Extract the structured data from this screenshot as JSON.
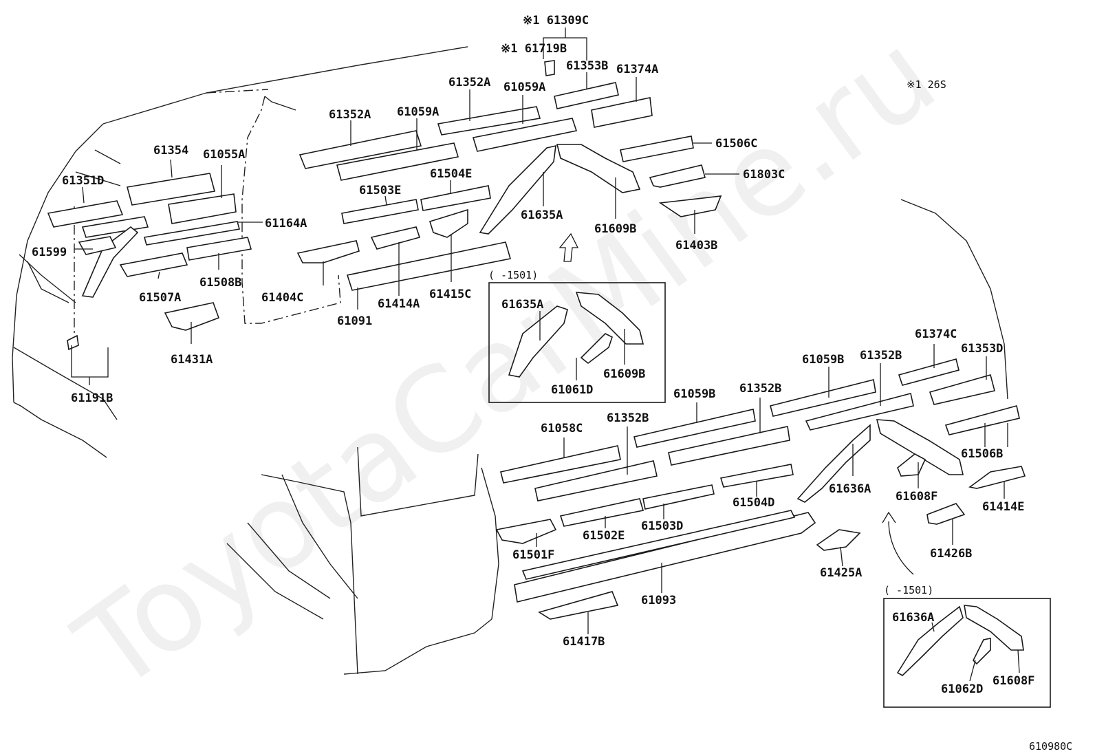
{
  "watermark": "ToyotaCarMine.ru",
  "diagram_code": "610980C",
  "top_notes": {
    "note1": "※1 61309C",
    "note2": "※1 61719B",
    "note3": "※1 26S"
  },
  "inset_labels": {
    "inset1": "(      -1501)",
    "inset2": "(      -1501)"
  },
  "parts": {
    "p61351D": "61351D",
    "p61354": "61354",
    "p61055A": "61055A",
    "p61599": "61599",
    "p61164A": "61164A",
    "p61507A": "61507A",
    "p61508B": "61508B",
    "p61431A": "61431A",
    "p61191B": "61191B",
    "p61352A_1": "61352A",
    "p61059A_1": "61059A",
    "p61503E": "61503E",
    "p61504E": "61504E",
    "p61404C": "61404C",
    "p61091": "61091",
    "p61414A": "61414A",
    "p61415C": "61415C",
    "p61352A_2": "61352A",
    "p61059A_2": "61059A",
    "p61353B": "61353B",
    "p61374A": "61374A",
    "p61635A": "61635A",
    "p61609B": "61609B",
    "p61506C": "61506C",
    "p61803C": "61803C",
    "p61403B": "61403B",
    "p61635A_inset": "61635A",
    "p61061D": "61061D",
    "p61609B_inset": "61609B",
    "p61374C": "61374C",
    "p61353D": "61353D",
    "p61059B_1": "61059B",
    "p61352B_1": "61352B",
    "p61059B_2": "61059B",
    "p61352B_2": "61352B",
    "p61058C": "61058C",
    "p61352B_3": "61352B",
    "p61506B": "61506B",
    "p61414E": "61414E",
    "p61636A": "61636A",
    "p61608F": "61608F",
    "p61504D": "61504D",
    "p61503D": "61503D",
    "p61502E": "61502E",
    "p61501F": "61501F",
    "p61093": "61093",
    "p61425A": "61425A",
    "p61426B": "61426B",
    "p61417B": "61417B",
    "p61636A_inset": "61636A",
    "p61062D": "61062D",
    "p61608F_inset": "61608F"
  }
}
